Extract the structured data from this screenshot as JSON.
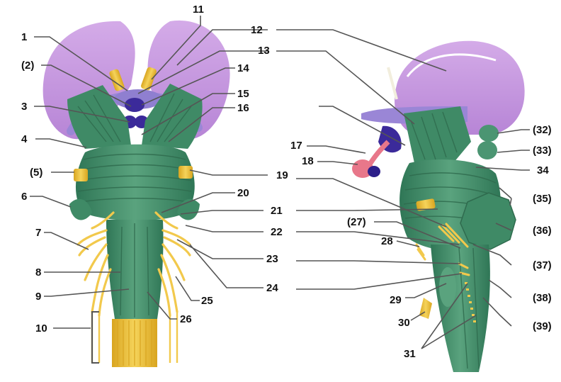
{
  "labels": [
    {
      "id": "l1",
      "text": "1"
    },
    {
      "id": "l2",
      "text": "(2)"
    },
    {
      "id": "l3",
      "text": "3"
    },
    {
      "id": "l4",
      "text": "4"
    },
    {
      "id": "l5",
      "text": "(5)"
    },
    {
      "id": "l6",
      "text": "6"
    },
    {
      "id": "l7",
      "text": "7"
    },
    {
      "id": "l8",
      "text": "8"
    },
    {
      "id": "l9",
      "text": "9"
    },
    {
      "id": "l10",
      "text": "10"
    },
    {
      "id": "l11",
      "text": "11"
    },
    {
      "id": "l12",
      "text": "12"
    },
    {
      "id": "l13",
      "text": "13"
    },
    {
      "id": "l14",
      "text": "14"
    },
    {
      "id": "l15",
      "text": "15"
    },
    {
      "id": "l16",
      "text": "16"
    },
    {
      "id": "l17",
      "text": "17"
    },
    {
      "id": "l18",
      "text": "18"
    },
    {
      "id": "l19",
      "text": "19"
    },
    {
      "id": "l20",
      "text": "20"
    },
    {
      "id": "l21",
      "text": "21"
    },
    {
      "id": "l22",
      "text": "22"
    },
    {
      "id": "l23",
      "text": "23"
    },
    {
      "id": "l24",
      "text": "24"
    },
    {
      "id": "l25",
      "text": "25"
    },
    {
      "id": "l26",
      "text": "26"
    },
    {
      "id": "l27",
      "text": "(27)"
    },
    {
      "id": "l28",
      "text": "28"
    },
    {
      "id": "l29",
      "text": "29"
    },
    {
      "id": "l30",
      "text": "30"
    },
    {
      "id": "l31",
      "text": "31"
    },
    {
      "id": "l32",
      "text": "(32)"
    },
    {
      "id": "l33",
      "text": "(33)"
    },
    {
      "id": "l34",
      "text": "34"
    },
    {
      "id": "l35",
      "text": "(35)"
    },
    {
      "id": "l36",
      "text": "(36)"
    },
    {
      "id": "l37",
      "text": "(37)"
    },
    {
      "id": "l38",
      "text": "(38)"
    },
    {
      "id": "l39",
      "text": "(39)"
    }
  ],
  "colors": {
    "hemisphere": "#c79be0",
    "hemisphere_dark": "#a978cc",
    "tract": "#9a86d6",
    "brainstem": "#3f8a66",
    "brainstem_light": "#5aa37e",
    "nerve": "#f2c94c",
    "nerve_dark": "#d9a520",
    "pituitary": "#e8778a",
    "mamillary": "#2d1f8a",
    "leader": "#555555",
    "text": "#111111"
  }
}
